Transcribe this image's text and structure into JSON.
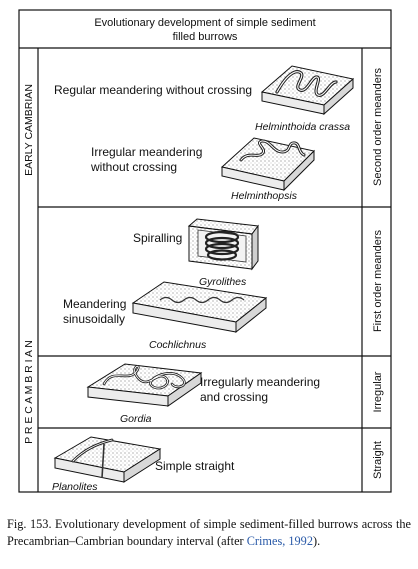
{
  "title": {
    "line1": "Evolutionary development of simple sediment",
    "line2": "filled burrows"
  },
  "left_axis": {
    "upper": "EARLY CAMBRIAN",
    "lower": "P R E C A M B R I A N"
  },
  "right_axis": {
    "second": "Second order meanders",
    "first": "First order meanders",
    "irregular": "Irregular",
    "straight": "Straight"
  },
  "items": {
    "helminthoida": {
      "desc1": "Regular meandering without crossing",
      "name": "Helminthoida crassa"
    },
    "helminthopsis": {
      "desc1": "Irregular meandering",
      "desc2": "without crossing",
      "name": "Helminthopsis"
    },
    "gyrolithes": {
      "desc1": "Spiralling",
      "name": "Gyrolithes"
    },
    "cochlichnus": {
      "desc1": "Meandering",
      "desc2": "sinusoidally",
      "name": "Cochlichnus"
    },
    "gordia": {
      "desc1": "Irregularly meandering",
      "desc2": "and crossing",
      "name": "Gordia"
    },
    "planolites": {
      "desc1": "Simple straight",
      "name": "Planolites"
    }
  },
  "caption": {
    "text": "Fig. 153. Evolutionary development of simple sediment-filled burrows across the Precambrian–Cambrian boundary interval (after ",
    "citation": "Crimes, 1992",
    "end": ")."
  }
}
